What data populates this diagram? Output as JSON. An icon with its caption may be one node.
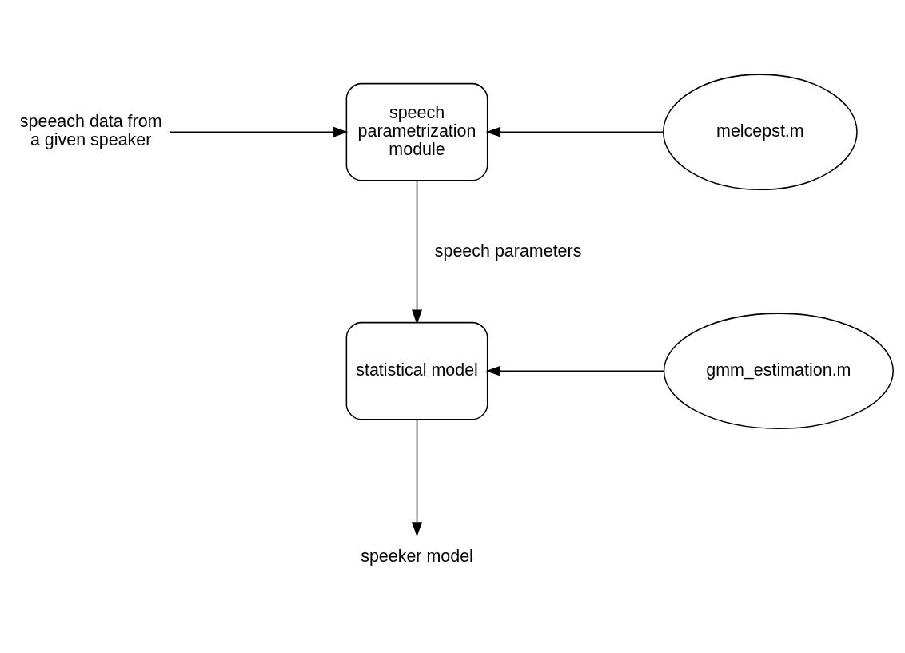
{
  "diagram": {
    "nodes": [
      {
        "text": [
          "speeach data from a given speaker"
        ]
      },
      {
        "text": [
          "speech parametrization module"
        ]
      },
      {
        "text": [
          "melcepst.m"
        ]
      },
      {
        "text": [
          "statistical model"
        ]
      },
      {
        "text": [
          "gmm_estimation.m"
        ]
      },
      {
        "text": [
          "speeker model"
        ]
      }
    ],
    "edges": [
      {
        "from": 0,
        "to": 1,
        "arrow": "to"
      },
      {
        "from": 2,
        "to": 1,
        "arrow": "to"
      },
      {
        "from": 1,
        "to": 3,
        "arrow": "to",
        "label": "speech parameters"
      },
      {
        "from": 4,
        "to": 3,
        "arrow": "to"
      },
      {
        "from": 3,
        "to": 5,
        "arrow": "to"
      }
    ]
  }
}
